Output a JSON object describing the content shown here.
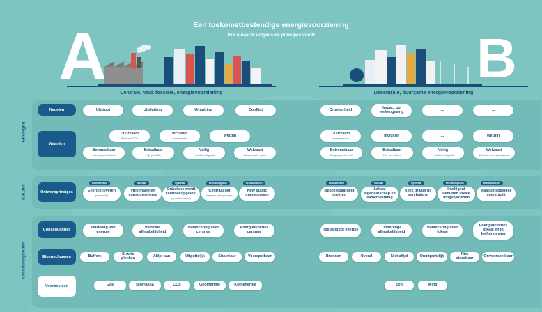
{
  "title": "Een toekomstbestendige energievoorziening",
  "subtitle": "Van A naar B volgens de principes van B",
  "letter_a": "A",
  "letter_b": "B",
  "left_heading": "Centrale, vaak fossiele, energievoorziening",
  "right_heading": "Decentrale, duurzame energievoorziening",
  "groups": {
    "gevolgen": "Gevolgen",
    "keuzes": "Keuzes",
    "omstandigheden": "Omstandigheden"
  },
  "rows": {
    "nadelen": "Nadelen",
    "waarden": "Waarden",
    "ontwerpprincipes": "Ontwerpprincipes",
    "consequenties": "Consequenties",
    "eigenschappen": "Eigenschappen",
    "voorbeelden": "Voorbeelden"
  },
  "left": {
    "nadelen": [
      "Uitstoot",
      "Uitsluiting",
      "Uitputting",
      "Conflict"
    ],
    "waarden_top": [
      {
        "t": "Duurzaam",
        "s": "Reductie CO2"
      },
      {
        "t": "Inclusief",
        "s": "Aansluitrecht"
      },
      {
        "t": "Welzijn",
        "s": ""
      }
    ],
    "waarden_bottom": [
      {
        "t": "Betrouwbaar",
        "s": "Leveringszekerheid"
      },
      {
        "t": "Betaalbaar",
        "s": "Prijs per kWh"
      },
      {
        "t": "Veilig",
        "s": "Fysieke veiligheid"
      },
      {
        "t": "Welvaart",
        "s": "Economische groei"
      }
    ],
    "tags": [
      "economisch",
      "sociaal",
      "systeem",
      "technologisch",
      "institutioneel"
    ],
    "principes": [
      {
        "t": "Energie leveren",
        "s": "(als markt)"
      },
      {
        "t": "Vrije markt en consumentisme",
        "s": ""
      },
      {
        "t": "Onbalans wordt centraal opgelost",
        "s": "(onbalansmarkt)"
      },
      {
        "t": "Centraal net",
        "s": "koperen plaat principe"
      },
      {
        "t": "New public management",
        "s": ""
      }
    ],
    "consequenties": [
      "Verdeling van energie",
      "Verticale afhankelijkheid",
      "Balancering start centraal",
      "Energiefuncties centraal"
    ],
    "eigenschappen": [
      "Buffers",
      "Enkele plekken",
      "Altijd aan",
      "Uitputtelijk",
      "Stuurbaar",
      "Voorspelbaar"
    ],
    "voorbeelden": [
      "Gas",
      "Biomassa",
      "CCS",
      "Geothermie",
      "Kernenergie"
    ]
  },
  "right": {
    "nadelen": [
      {
        "t": "Onzekerheid",
        "s": ""
      },
      {
        "t": "Impact op leefomgeving",
        "s": ""
      },
      {
        "t": "...",
        "s": ""
      },
      {
        "t": "...",
        "s": ""
      }
    ],
    "waarden_top": [
      {
        "t": "Duurzaam",
        "s": "Hernieuwbaar"
      },
      {
        "t": "Inclusief",
        "s": ""
      },
      {
        "t": "...",
        "s": ""
      },
      {
        "t": "Welzijn",
        "s": ""
      }
    ],
    "waarden_bottom": [
      {
        "t": "Betrouwbaar",
        "s": "Toegangszekerheid"
      },
      {
        "t": "Betaalbaar",
        "s": "Fee per maand"
      },
      {
        "t": "Veilig",
        "s": "Fysieke veiligheid"
      },
      {
        "t": "Welvaart",
        "s": "Behoud levensstandaard"
      }
    ],
    "tags": [
      "economisch",
      "sociaal",
      "systeem",
      "technologisch",
      "institutioneel"
    ],
    "principes": [
      "Beschikbaarheid creëren",
      "Lokaal eigenaarschap en samenwerking",
      "Alles draagt bij aan balans",
      "Intelligent benutten lokale mogelijkheden",
      "Maatschappelijke veerkracht"
    ],
    "consequenties": [
      "Toegang tot energie",
      "Onderlinge afhankelijkheid",
      "Balancering start lokaal",
      "Energiefuncties lokaal en in leefomgeving"
    ],
    "eigenschappen": [
      "Bronnen",
      "Overal",
      "Niet altijd",
      "Onuitputtelijk",
      "Niet stuurbaar",
      "Onvoorspelbaar"
    ],
    "voorbeelden": [
      "Zon",
      "Wind"
    ]
  },
  "colors": {
    "bg": "#7ec4c1",
    "navy": "#1b5b8b",
    "white": "#ffffff"
  }
}
